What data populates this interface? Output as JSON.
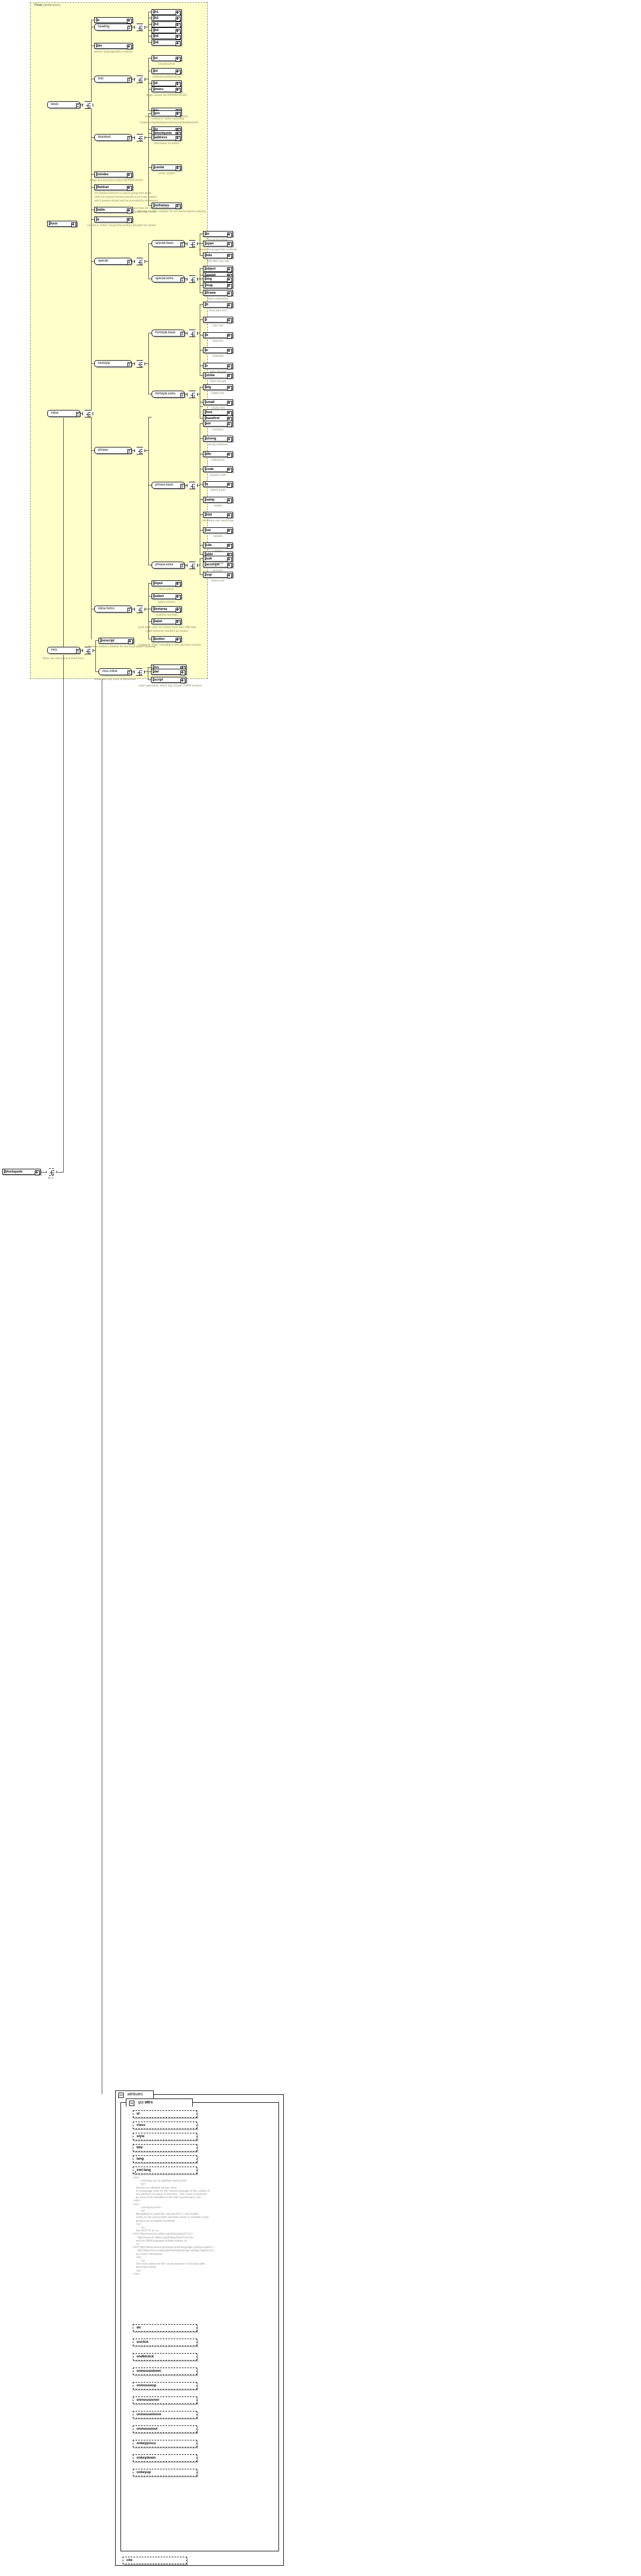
{
  "diagram": {
    "type": "xsd-schema-diagram",
    "root_element": "blockquote",
    "root_cardinality": "0..∞",
    "container": {
      "label_main": "Flow",
      "label_sub": "(extension)"
    }
  },
  "groups": {
    "heading": "heading",
    "lists": "lists",
    "block": "block",
    "blocktext": "blocktext",
    "form_group": "form",
    "inline": "inline",
    "special": "special",
    "special_basic": "special.basic",
    "special_extra": "special.extra",
    "fontstyle": "fontstyle",
    "fontstyle_basic": "fontstyle.basic",
    "fontstyle_extra": "fontstyle.extra",
    "phrase": "phrase",
    "phrase_basic": "phrase.basic",
    "phrase_extra": "phrase.extra",
    "inline_forms": "inline.forms",
    "misc": "misc",
    "misc_inline": "misc.inline"
  },
  "elements": {
    "p": "p",
    "h1": "h1",
    "h2": "h2",
    "h3": "h3",
    "h4": "h4",
    "h5": "h5",
    "h6": "h6",
    "div": "div",
    "ul": "ul",
    "ol": "ol",
    "dl": "dl",
    "menu": "menu",
    "dir": "dir",
    "pre": "pre",
    "hr": "hr",
    "blockquote": "blockquote",
    "address": "address",
    "center": "center",
    "noframes": "noframes",
    "isindex": "isindex",
    "fieldset": "fieldset",
    "table": "table",
    "form": "form",
    "a": "a",
    "br": "br",
    "span": "span",
    "bdo": "bdo",
    "object": "object",
    "applet": "applet",
    "img": "img",
    "map": "map",
    "iframe": "iframe",
    "tt": "tt",
    "i": "i",
    "b": "b",
    "u": "u",
    "s": "s",
    "strike": "strike",
    "big": "big",
    "small": "small",
    "font": "font",
    "basefont": "basefont",
    "em": "em",
    "strong": "strong",
    "dfn": "dfn",
    "code": "code",
    "q": "q",
    "samp": "samp",
    "kbd": "kbd",
    "var": "var",
    "cite": "cite",
    "abbr": "abbr",
    "acronym": "acronym",
    "sub": "sub",
    "sup": "sup",
    "input": "input",
    "select": "select",
    "textarea": "textarea",
    "label": "label",
    "button": "button",
    "noscript": "noscript",
    "ins": "ins",
    "del": "del",
    "script": "script",
    "blockquote_root": "blockquote"
  },
  "annotations": {
    "div_doc": "generic language/style container",
    "ul_doc": "Unordered list",
    "ol_doc": "Ordered (numbered) list",
    "menu_doc": "single column list (DEPRECATED)",
    "dir_doc": "multiple column list (DEPRECATED)",
    "pre_doc": "content is \"Inline\" excluding\n    \"img|object|applet|big|small|sub|sup|font|basefont\"",
    "address_doc": "information on author",
    "center_doc": "center content",
    "noframes_doc": "alternate content container for non frame-based rendering",
    "isindex_doc": "single-line text input control (DEPRECATED)",
    "fieldset_doc": "The fieldset element is used to group form fields.\nOnly one legend element should occur in the content\nand if present should only be preceded by whitespace.\n\nNOTE: this content model is different from the XHTML 1.0 DTD,\ncloser to the intended content model in HTML4 DTD",
    "a_doc": "content is \"Inline\" except that anchors shouldn't be nested",
    "br_doc": "forced line break",
    "span_doc": "generic language/style container",
    "bdo_doc": "I18N BiDi over-ride",
    "iframe_doc": "inline subwindow",
    "tt_doc": "fixed pitch font",
    "i_doc": "italic font",
    "b_doc": "bold font",
    "u_doc": "underline",
    "s_doc": "strike-through",
    "strike_doc": "strike-through",
    "big_doc": "bigger font",
    "small_doc": "smaller font",
    "font_doc": "local change to font",
    "basefont_doc": "base font size",
    "em_doc": "emphasis",
    "strong_doc": "strong emphasis",
    "dfn_doc": "definitional",
    "code_doc": "program code",
    "q_doc": "inlined quote",
    "samp_doc": "sample",
    "kbd_doc": "something user would type",
    "var_doc": "variable",
    "cite_doc": "citation",
    "abbr_doc": "abbreviation",
    "acronym_doc": "acronym",
    "sub_doc": "subscript",
    "sup_doc": "superscript",
    "input_doc": "form control",
    "select_doc": "option selector",
    "textarea_doc": "multi-line text field",
    "label_doc": "Each label must not contain more than ONE field\nLabel elements shouldn't be nested.",
    "button_doc": "Content is \"Flow\" excluding a, form and form controls",
    "noscript_doc": "alternate content container for non script-based rendering",
    "misc_doc": "these can only occur at block level",
    "misc_inline_doc": "these can only occur at block level",
    "script_doc": "script statements, which may include CDATA sections"
  },
  "attributes_panel": {
    "title": "attributes",
    "group_prefix": "grp",
    "group_name": "attrs",
    "attrs": [
      "id",
      "class",
      "style",
      "title",
      "lang",
      "xml:lang",
      "dir",
      "onclick",
      "ondblclick",
      "onmousedown",
      "onmouseup",
      "onmouseover",
      "onmousemove",
      "onmouseout",
      "onkeypress",
      "onkeydown",
      "onkeyup"
    ],
    "outer_attr": "cite",
    "xml_lang_doc": "<div>\n          <h3>lang (as an attribute name)</h3>\n          <p>\n    denotes an attribute whose value\n    is a language code for the natural language of the content of\n    any element; its value is inherited.  This name is reserved\n    by virtue of its definition in the XML specification.</p>\n</div>\n<div>\n          <h4>Notes</h4>\n          <p>\n    Attempting to install the relevant ISO 2- and 3-letter\n    codes as the enumerated possible values is probably never\n    going to be a realistic possibility.\n    </p>\n          <p>\n    See BCP 47 at <a\nhref=\"http://www.rfc-editor.org/rfc/bcp/bcp47.txt\">\n      http://www.rfc-editor.org/rfc/bcp/bcp47.txt</a>\n    and the IANA language subtag registry at\n    <a\nhref=\"http://www.iana.org/assignments/language-subtag-registry\">\n      http://www.iana.org/assignments/language-subtag-registry</a>\n    for further information.\n    </p>\n          <p>\n    The union allows for the 'un-declaration' of xml:lang with\n    the empty string.\n    </p>\n</div>"
  }
}
